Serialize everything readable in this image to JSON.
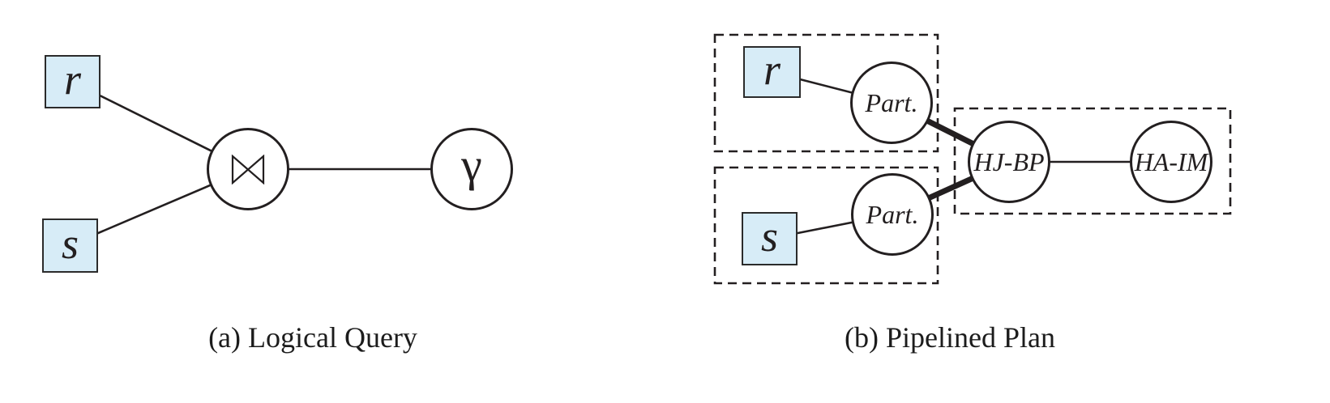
{
  "colors": {
    "relation_fill": "#d7ecf7",
    "line_color": "#231f20",
    "background": "#ffffff"
  },
  "panel_a": {
    "caption": "(a) Logical Query",
    "nodes": {
      "r": "r",
      "s": "s",
      "join_symbol": "⋈",
      "gamma": "γ"
    },
    "edges": [
      {
        "from": "r",
        "to": "join",
        "style": "thin"
      },
      {
        "from": "s",
        "to": "join",
        "style": "thin"
      },
      {
        "from": "join",
        "to": "gamma",
        "style": "thin"
      }
    ]
  },
  "panel_b": {
    "caption": "(b) Pipelined Plan",
    "nodes": {
      "r": "r",
      "s": "s",
      "part_top": "Part.",
      "part_bottom": "Part.",
      "hj_bp": "HJ-BP",
      "ha_im": "HA-IM"
    },
    "groups": [
      [
        "r",
        "Part."
      ],
      [
        "s",
        "Part."
      ],
      [
        "HJ-BP",
        "HA-IM"
      ]
    ],
    "edges": [
      {
        "from": "r",
        "to": "Part.(top)",
        "style": "thin"
      },
      {
        "from": "s",
        "to": "Part.(bottom)",
        "style": "thin"
      },
      {
        "from": "Part.(top)",
        "to": "HJ-BP",
        "style": "thick"
      },
      {
        "from": "Part.(bottom)",
        "to": "HJ-BP",
        "style": "thick"
      },
      {
        "from": "HJ-BP",
        "to": "HA-IM",
        "style": "thin"
      }
    ]
  }
}
